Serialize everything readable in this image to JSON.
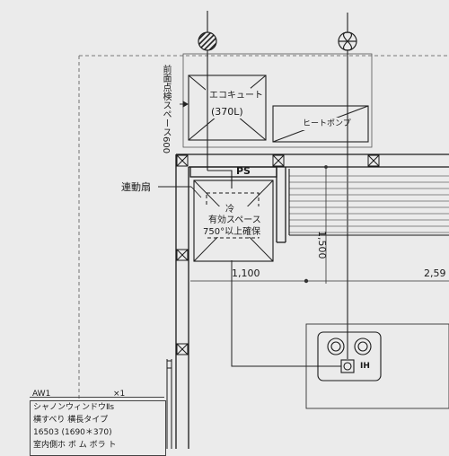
{
  "labels": {
    "eco_cute": "エコキュート",
    "eco_cute_capacity": "(370L)",
    "heat_pump": "ヒートポンプ",
    "front_inspection": "前面点検スペース600",
    "ps": "PS",
    "interlock_fan": "連動扇",
    "fridge": "冷",
    "effective_space": "有効スペース",
    "min_clearance": "750°以上確保",
    "dim_1500": "1,500",
    "dim_1100": "1,100",
    "dim_259": "2,59",
    "ih": "IH"
  },
  "spec_note": {
    "id": "AW1",
    "qty": "×1",
    "line1": "シャノンウィンドウⅡs",
    "line2": "横すべり 横長タイプ",
    "line3": "16503 (1690＊370)",
    "line4": "室内側ホ ボ ム ボラ ト"
  },
  "colors": {
    "paper": "#ebebeb",
    "line": "#1a1a1a",
    "thin": "#444444"
  }
}
